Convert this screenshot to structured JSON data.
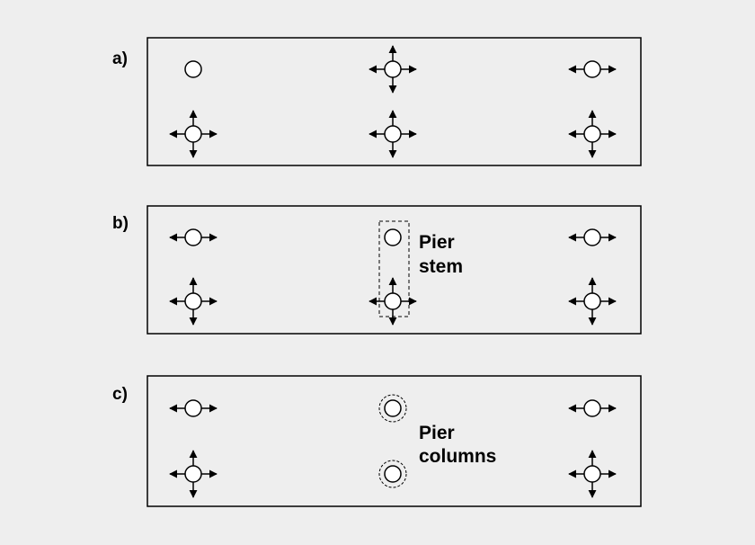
{
  "colors": {
    "background": "#eeeeee",
    "ink": "#000000",
    "bearing_fill": "#ffffff"
  },
  "panels": [
    {
      "id": "a",
      "label": "a)",
      "bearings": [
        {
          "row": "top",
          "col": "left",
          "freedom": "fixed"
        },
        {
          "row": "top",
          "col": "center",
          "freedom": "multidirectional"
        },
        {
          "row": "top",
          "col": "right",
          "freedom": "transverse"
        },
        {
          "row": "bottom",
          "col": "left",
          "freedom": "multidirectional"
        },
        {
          "row": "bottom",
          "col": "center",
          "freedom": "multidirectional"
        },
        {
          "row": "bottom",
          "col": "right",
          "freedom": "multidirectional"
        }
      ]
    },
    {
      "id": "b",
      "label": "b)",
      "note": [
        "Pier",
        "stem"
      ],
      "bearings": [
        {
          "row": "top",
          "col": "left",
          "freedom": "transverse"
        },
        {
          "row": "top",
          "col": "center",
          "freedom": "fixed"
        },
        {
          "row": "top",
          "col": "right",
          "freedom": "transverse"
        },
        {
          "row": "bottom",
          "col": "left",
          "freedom": "multidirectional"
        },
        {
          "row": "bottom",
          "col": "center",
          "freedom": "multidirectional"
        },
        {
          "row": "bottom",
          "col": "right",
          "freedom": "multidirectional"
        }
      ]
    },
    {
      "id": "c",
      "label": "c)",
      "note": [
        "Pier",
        "columns"
      ],
      "bearings": [
        {
          "row": "top",
          "col": "left",
          "freedom": "transverse"
        },
        {
          "row": "top",
          "col": "center",
          "freedom": "fixed-column"
        },
        {
          "row": "top",
          "col": "right",
          "freedom": "transverse"
        },
        {
          "row": "bottom",
          "col": "left",
          "freedom": "multidirectional"
        },
        {
          "row": "bottom",
          "col": "center",
          "freedom": "fixed-column"
        },
        {
          "row": "bottom",
          "col": "right",
          "freedom": "multidirectional"
        }
      ]
    }
  ]
}
